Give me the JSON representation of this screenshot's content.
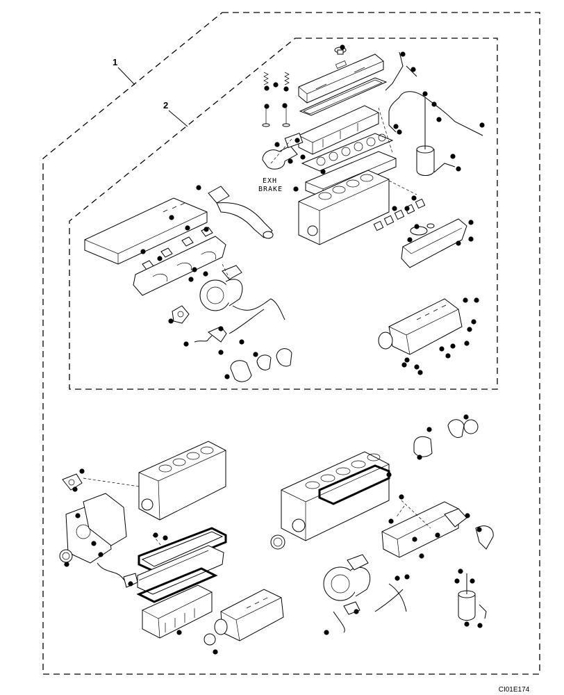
{
  "labels": {
    "kit_1": "1",
    "kit_2": "2",
    "exh_brake_line1": "EXH",
    "exh_brake_line2": "BRAKE",
    "figure_ref": "CI01E174"
  },
  "colors": {
    "ink": "#000000",
    "paper": "#ffffff"
  }
}
